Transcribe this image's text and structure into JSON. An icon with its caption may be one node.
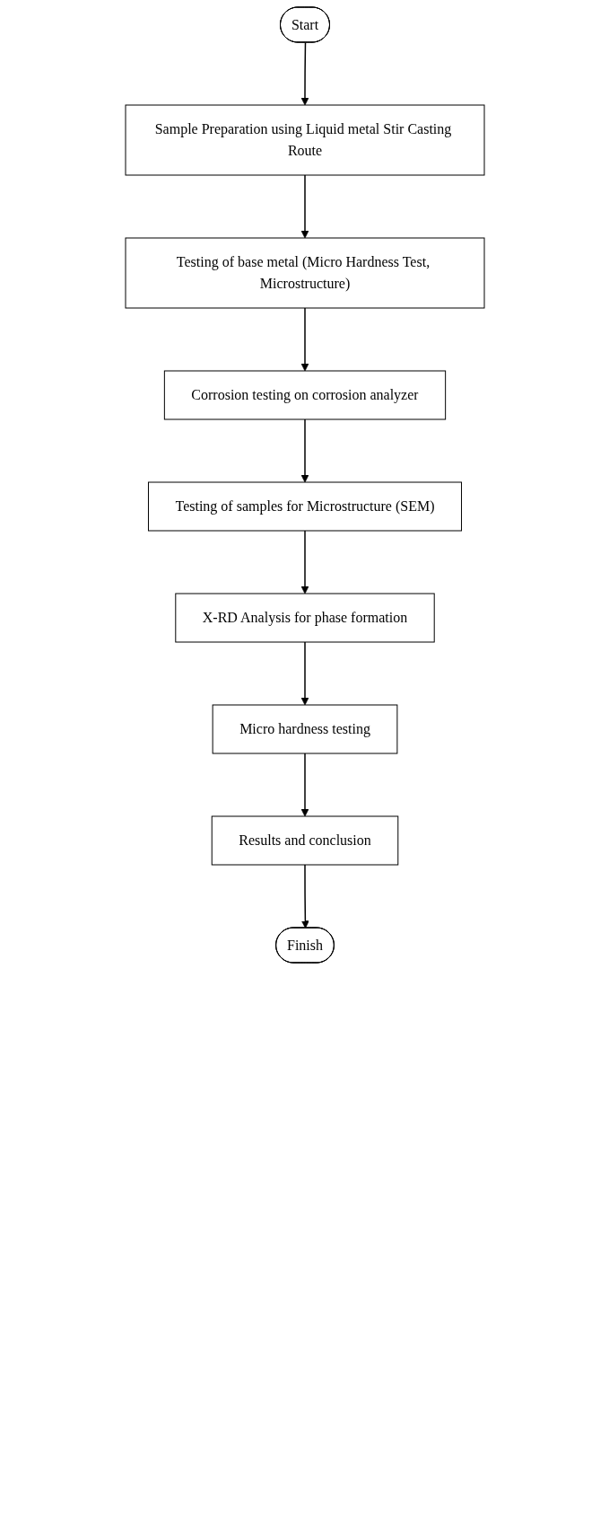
{
  "diagram": {
    "nodes": [
      {
        "text": [
          "Start"
        ]
      },
      {
        "text": [
          "Sample Preparation using Liquid metal Stir Casting Route"
        ]
      },
      {
        "text": [
          "Testing of base metal (Micro Hardness Test, Microstructure)"
        ]
      },
      {
        "text": [
          "Corrosion testing on corrosion analyzer"
        ]
      },
      {
        "text": [
          "Testing of samples for Microstructure (SEM)"
        ]
      },
      {
        "text": [
          "X-RD Analysis for phase formation"
        ]
      },
      {
        "text": [
          "Micro hardness testing"
        ]
      },
      {
        "text": [
          "Results and conclusion"
        ]
      },
      {
        "text": [
          "Finish"
        ]
      }
    ],
    "edges": [
      {
        "from": 0,
        "to": 1,
        "arrow": "to"
      },
      {
        "from": 1,
        "to": 2,
        "arrow": "to"
      },
      {
        "from": 2,
        "to": 3,
        "arrow": "to"
      },
      {
        "from": 3,
        "to": 4,
        "arrow": "to"
      },
      {
        "from": 4,
        "to": 5,
        "arrow": "to"
      },
      {
        "from": 5,
        "to": 6,
        "arrow": "to"
      },
      {
        "from": 6,
        "to": 7,
        "arrow": "to"
      },
      {
        "from": 7,
        "to": 8,
        "arrow": "to"
      }
    ]
  }
}
